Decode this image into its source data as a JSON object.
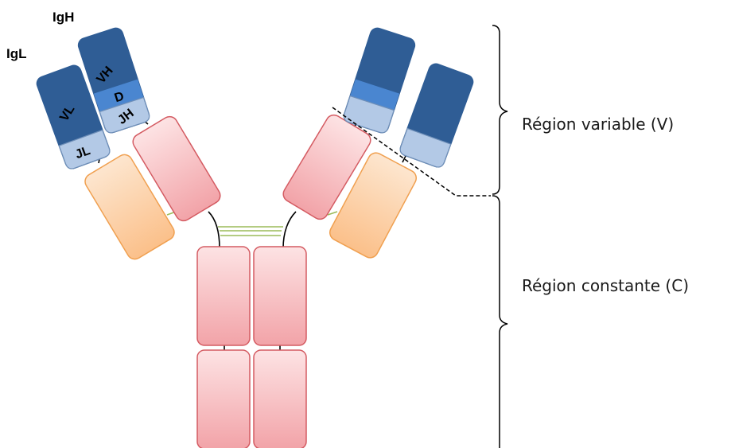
{
  "chains": {
    "heavy_label": "IgH",
    "light_label": "IgL"
  },
  "domains": {
    "vl": "VL",
    "jl": "JL",
    "vh": "VH",
    "d": "D",
    "jh": "JH"
  },
  "regions": {
    "variable": "Région variable (V)",
    "constant": "Région constante (C)"
  },
  "colors": {
    "variable_dark": "#2f5d95",
    "d_segment": "#4a86d0",
    "j_segment": "#b3c9e6",
    "heavy_constant": "#f2a3a8",
    "light_constant": "#fbc99b",
    "disulfide": "#9bbb59"
  }
}
